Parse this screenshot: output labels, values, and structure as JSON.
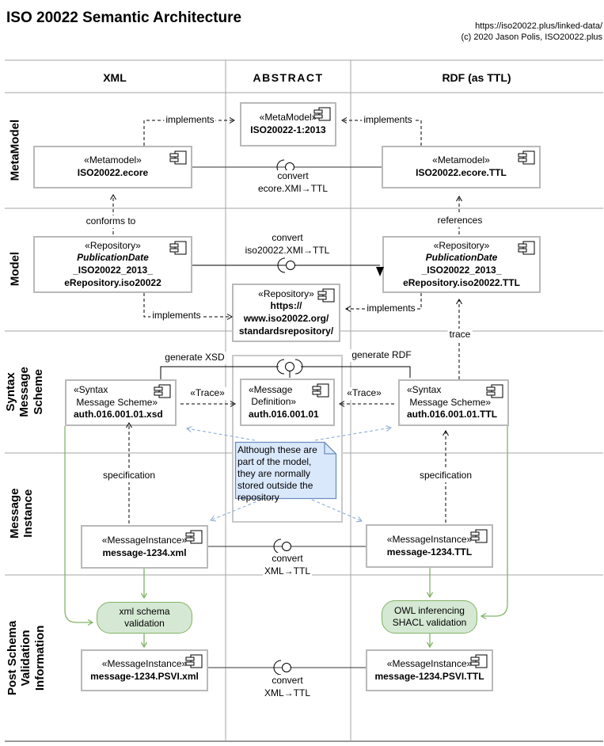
{
  "title": "ISO 20022 Semantic Architecture",
  "credit": {
    "line1": "https://iso20022.plus/linked-data/",
    "line2": "(c) 2020 Jason Polis, ISO20022.plus"
  },
  "columns": {
    "xml": "XML",
    "abstract": "ABSTRACT",
    "rdf": "RDF (as TTL)"
  },
  "rows": {
    "metamodel": "MetaModel",
    "model": "Model",
    "syntax": "Syntax\nMessage\nScheme",
    "instance": "Message\nInstance",
    "psvi": "Post Schema\nValidation\nInformation"
  },
  "boxes": {
    "ecore": {
      "stereotype": "«Metamodel»",
      "name": "ISO20022.ecore"
    },
    "meta_std": {
      "stereotype": "«MetaModel»",
      "name": "ISO20022-1:2013"
    },
    "ecore_ttl": {
      "stereotype": "«Metamodel»",
      "name": "ISO20022.ecore.TTL"
    },
    "erepo_xml": {
      "stereotype": "«Repository»",
      "name_italic": "PublicationDate",
      "name": "_ISO20022_2013_\neRepository.iso20022"
    },
    "repo_web": {
      "stereotype": "«Repository»",
      "name": "https://\nwww.iso20022.org/\nstandardsrepository/"
    },
    "erepo_ttl": {
      "stereotype": "«Repository»",
      "name_italic": "PublicationDate",
      "name": "_ISO20022_2013_\neRepository.iso20022.TTL"
    },
    "xsd": {
      "stereotype": "«Syntax\n Message Scheme»",
      "name": "auth.016.001.01.xsd"
    },
    "msgdef": {
      "stereotype": "«Message\n Definition»",
      "name": "auth.016.001.01"
    },
    "xsd_ttl": {
      "stereotype": "«Syntax\n Message Scheme»",
      "name": "auth.016.001.01.TTL"
    },
    "msg_xml": {
      "stereotype": "«MessageInstance»",
      "name": "message-1234.xml"
    },
    "msg_ttl": {
      "stereotype": "«MessageInstance»",
      "name": "message-1234.TTL"
    },
    "psvi_xml": {
      "stereotype": "«MessageInstance»",
      "name": "message-1234.PSVI.xml"
    },
    "psvi_ttl": {
      "stereotype": "«MessageInstance»",
      "name": "message-1234.PSVI.TTL"
    }
  },
  "validators": {
    "xml": "xml schema\nvalidation",
    "rdf": "OWL inferencing\nSHACL validation"
  },
  "note": {
    "text": "Although these are part of the model, they are normally stored outside the repository"
  },
  "edge_labels": {
    "implements": "implements",
    "conforms_to": "conforms to",
    "references": "references",
    "trace": "trace",
    "generate_xsd": "generate XSD",
    "generate_rdf": "generate RDF",
    "trace_stereo": "«Trace»",
    "specification": "specification",
    "convert_ecore": "convert\necore.XMI→TTL",
    "convert_iso": "convert\niso20022.XMI→TTL",
    "convert_xml": "convert\nXML→TTL"
  },
  "colors": {
    "grid": "#a6a6a6",
    "box_border": "#b9b9b9",
    "green_fill": "#d5e8d4",
    "green_stroke": "#82b366",
    "note_fill": "#dae8fc",
    "note_stroke": "#6c8ebf",
    "edge_black": "#000000"
  }
}
